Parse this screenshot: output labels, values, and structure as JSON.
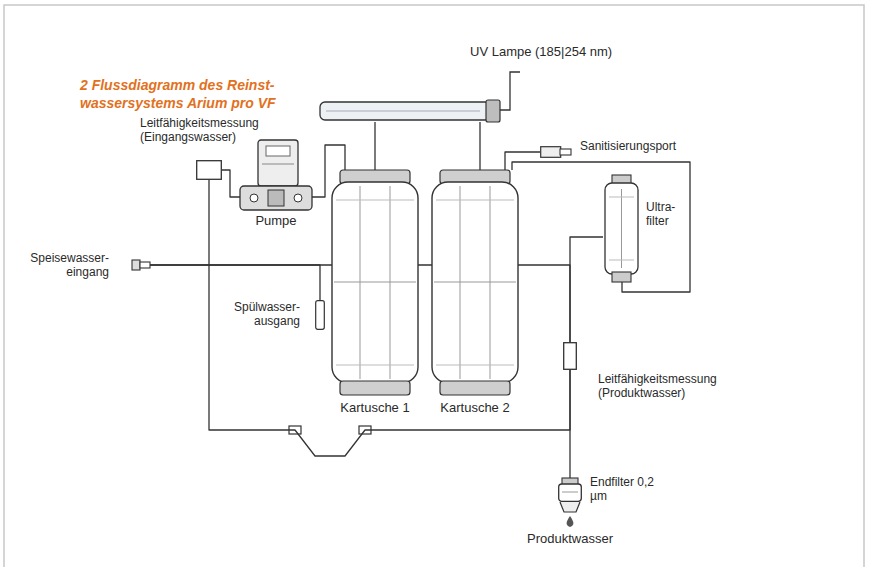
{
  "diagram": {
    "title": "2 Flussdiagramm des Reinst- wassersystems Arium pro VF",
    "nodes": [
      {
        "text": [
          "UV Lampe (185|254 nm)"
        ]
      },
      {
        "text": [
          "Leitfähigkeitsmessung (Eingangswasser)"
        ]
      },
      {
        "text": [
          "Pumpe"
        ]
      },
      {
        "text": [
          "Kartusche 1"
        ]
      },
      {
        "text": [
          "Kartusche 2"
        ]
      },
      {
        "text": [
          "Sanitisierungsport"
        ]
      },
      {
        "text": [
          "Ultra- filter"
        ]
      },
      {
        "text": [
          "Speisewasser- eingang"
        ]
      },
      {
        "text": [
          "Spülwasser- ausgang"
        ]
      },
      {
        "text": [
          "Leitfähigkeitsmessung (Produktwasser)"
        ]
      },
      {
        "text": [
          "Endfilter 0,2 µm"
        ]
      }
    ],
    "edges": [
      {
        "from": 7,
        "to": 8,
        "arrow": "none"
      },
      {
        "from": 7,
        "to": 9,
        "arrow": "none"
      },
      {
        "from": 1,
        "to": 2,
        "arrow": "none"
      },
      {
        "from": 2,
        "to": 3,
        "arrow": "none"
      },
      {
        "from": 3,
        "to": 0,
        "arrow": "none"
      },
      {
        "from": 0,
        "to": 4,
        "arrow": "none"
      },
      {
        "from": 4,
        "to": 5,
        "arrow": "none"
      },
      {
        "from": 4,
        "to": 6,
        "arrow": "none"
      },
      {
        "from": 6,
        "to": 9,
        "arrow": "none"
      },
      {
        "from": 9,
        "to": 10,
        "arrow": "none"
      },
      {
        "from": 9,
        "to": 1,
        "arrow": "none"
      }
    ],
    "labels": [
      "Produktwasser"
    ]
  }
}
